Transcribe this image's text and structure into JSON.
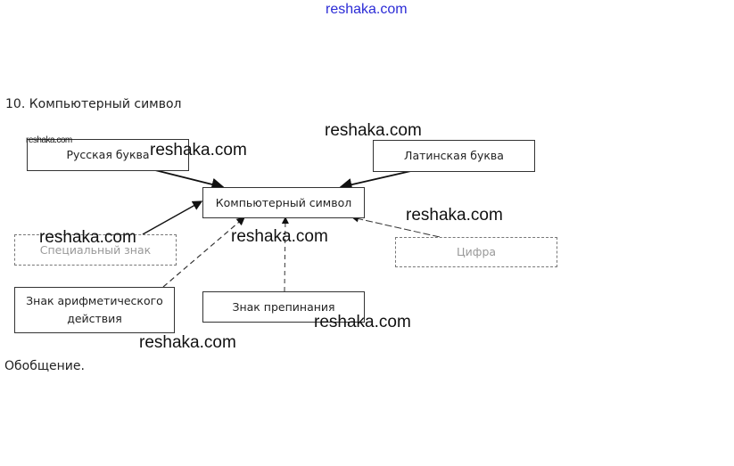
{
  "site_header": "reshaka.com",
  "title": "10.  Компьютерный символ",
  "diagram": {
    "center": "Компьютерный символ",
    "nodes": {
      "russian": "Русская буква",
      "latin": "Латинская буква",
      "special": "Специальный знак",
      "digit": "Цифра",
      "arith": "Знак арифметического действия",
      "punct": "Знак препинания"
    }
  },
  "footer_text": "Обобщение.",
  "watermark": "reshaka.com"
}
